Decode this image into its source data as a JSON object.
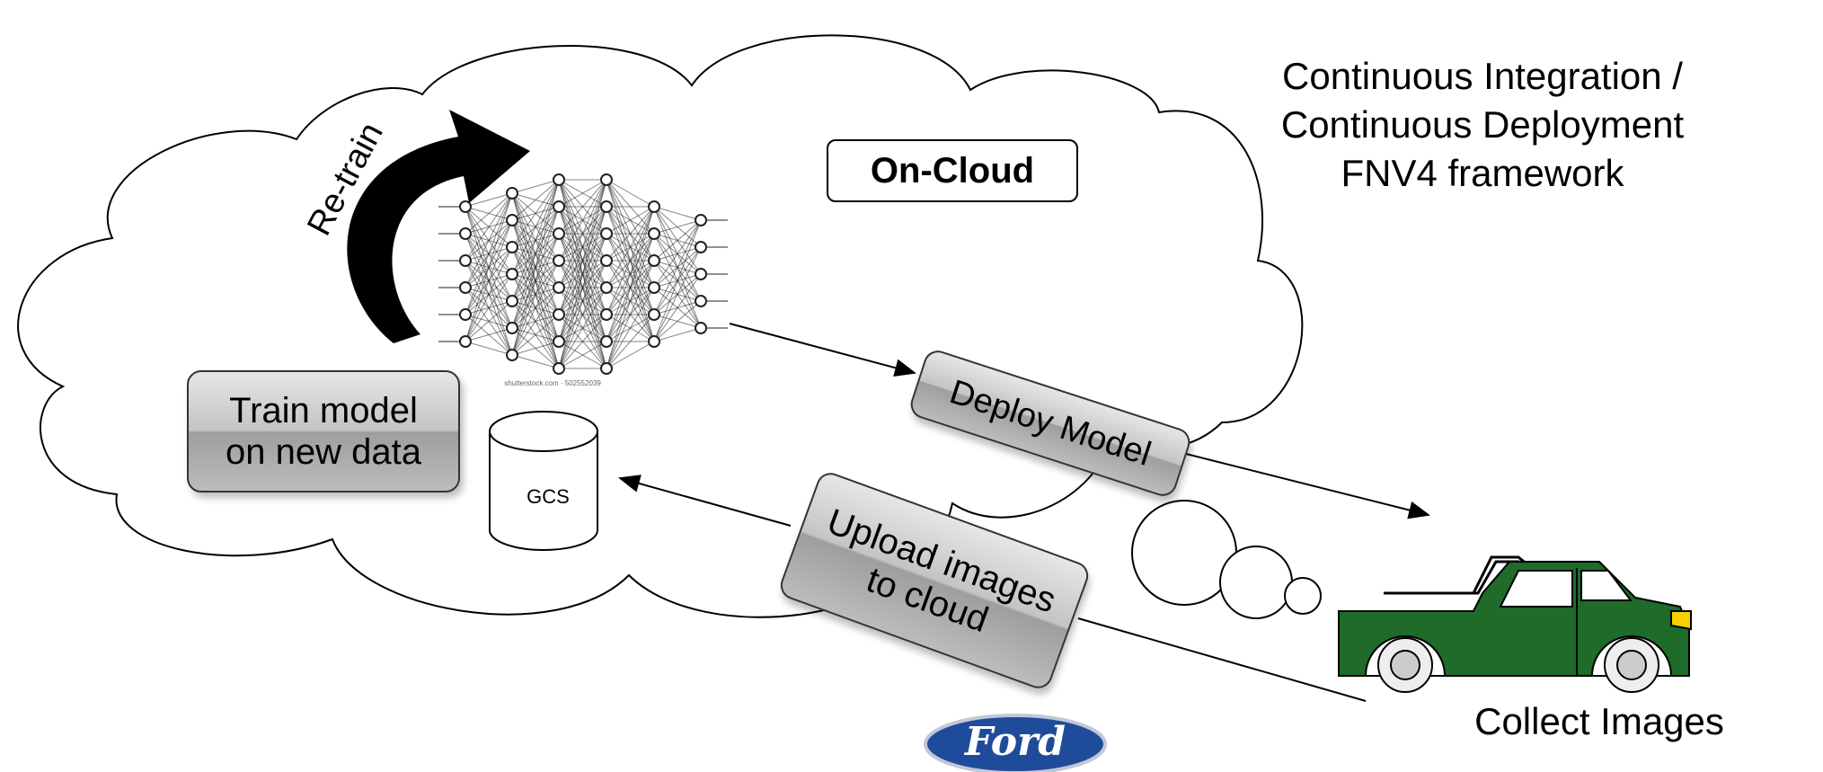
{
  "title": {
    "line1": "Continuous Integration /",
    "line2": "Continuous Deployment",
    "line3": "FNV4 framework"
  },
  "cloud_label": "On-Cloud",
  "retrain_label": "Re-train",
  "train_box": {
    "line1": "Train model",
    "line2": "on new data"
  },
  "gcs_label": "GCS",
  "deploy_label": "Deploy Model",
  "upload_box": {
    "line1": "Upload images",
    "line2": "to cloud"
  },
  "collect_label": "Collect Images",
  "watermark": "shutterstock.com · 502552039",
  "logo_text": "Ford",
  "colors": {
    "truck": "#1f6b2a",
    "ford_blue": "#1f4c9a",
    "box_gradient_top": "#e6e6e6",
    "box_gradient_bottom": "#9e9e9e"
  }
}
